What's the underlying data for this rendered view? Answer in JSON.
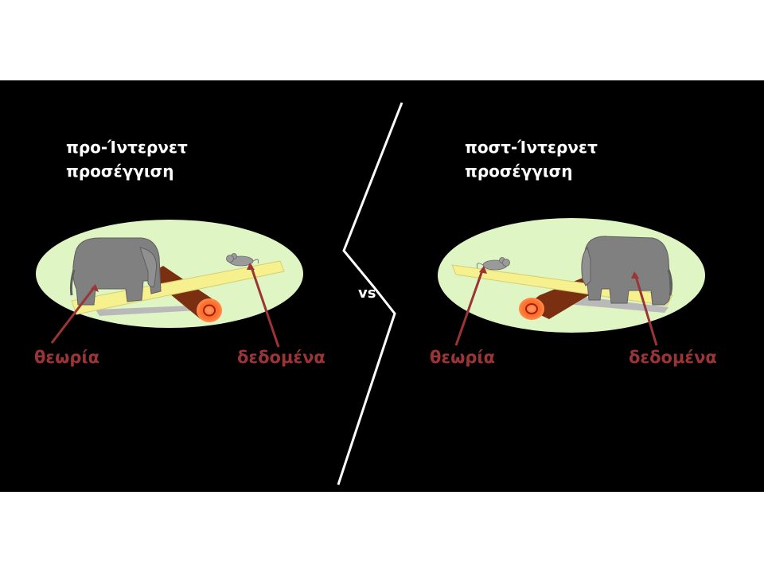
{
  "left": {
    "title_line1": "προ-Ίντερνετ",
    "title_line2": "προσέγγιση",
    "theory_label": "θεωρία",
    "data_label": "δεδομένα"
  },
  "right": {
    "title_line1": "ποστ-Ίντερνετ",
    "title_line2": "προσέγγιση",
    "theory_label": "θεωρία",
    "data_label": "δεδομένα"
  },
  "divider_text": "vs",
  "colors": {
    "background": "#000000",
    "ellipse": "#dff5c4",
    "plank": "#f6f08f",
    "elephant": "#808080",
    "label": "#9b3434",
    "log": "#7a3010"
  }
}
